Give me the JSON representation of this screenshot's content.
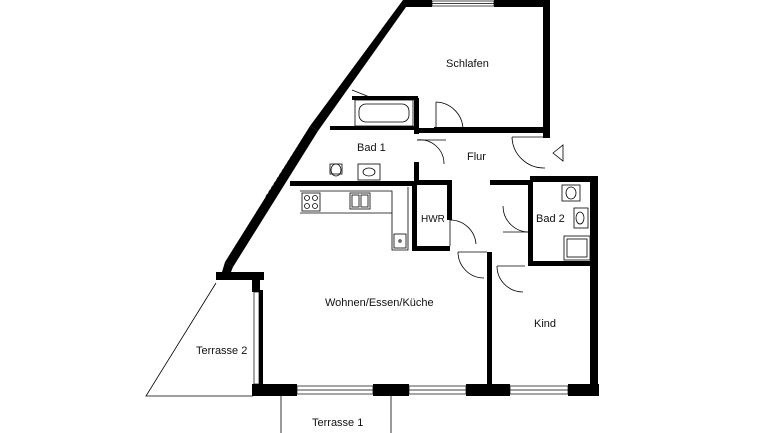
{
  "rooms": {
    "schlafen": "Schlafen",
    "flur": "Flur",
    "bad1": "Bad 1",
    "bad2": "Bad 2",
    "hwr": "HWR",
    "wohnen": "Wohnen/Essen/Küche",
    "kind": "Kind",
    "terrasse1": "Terrasse 1",
    "terrasse2": "Terrasse 2"
  }
}
